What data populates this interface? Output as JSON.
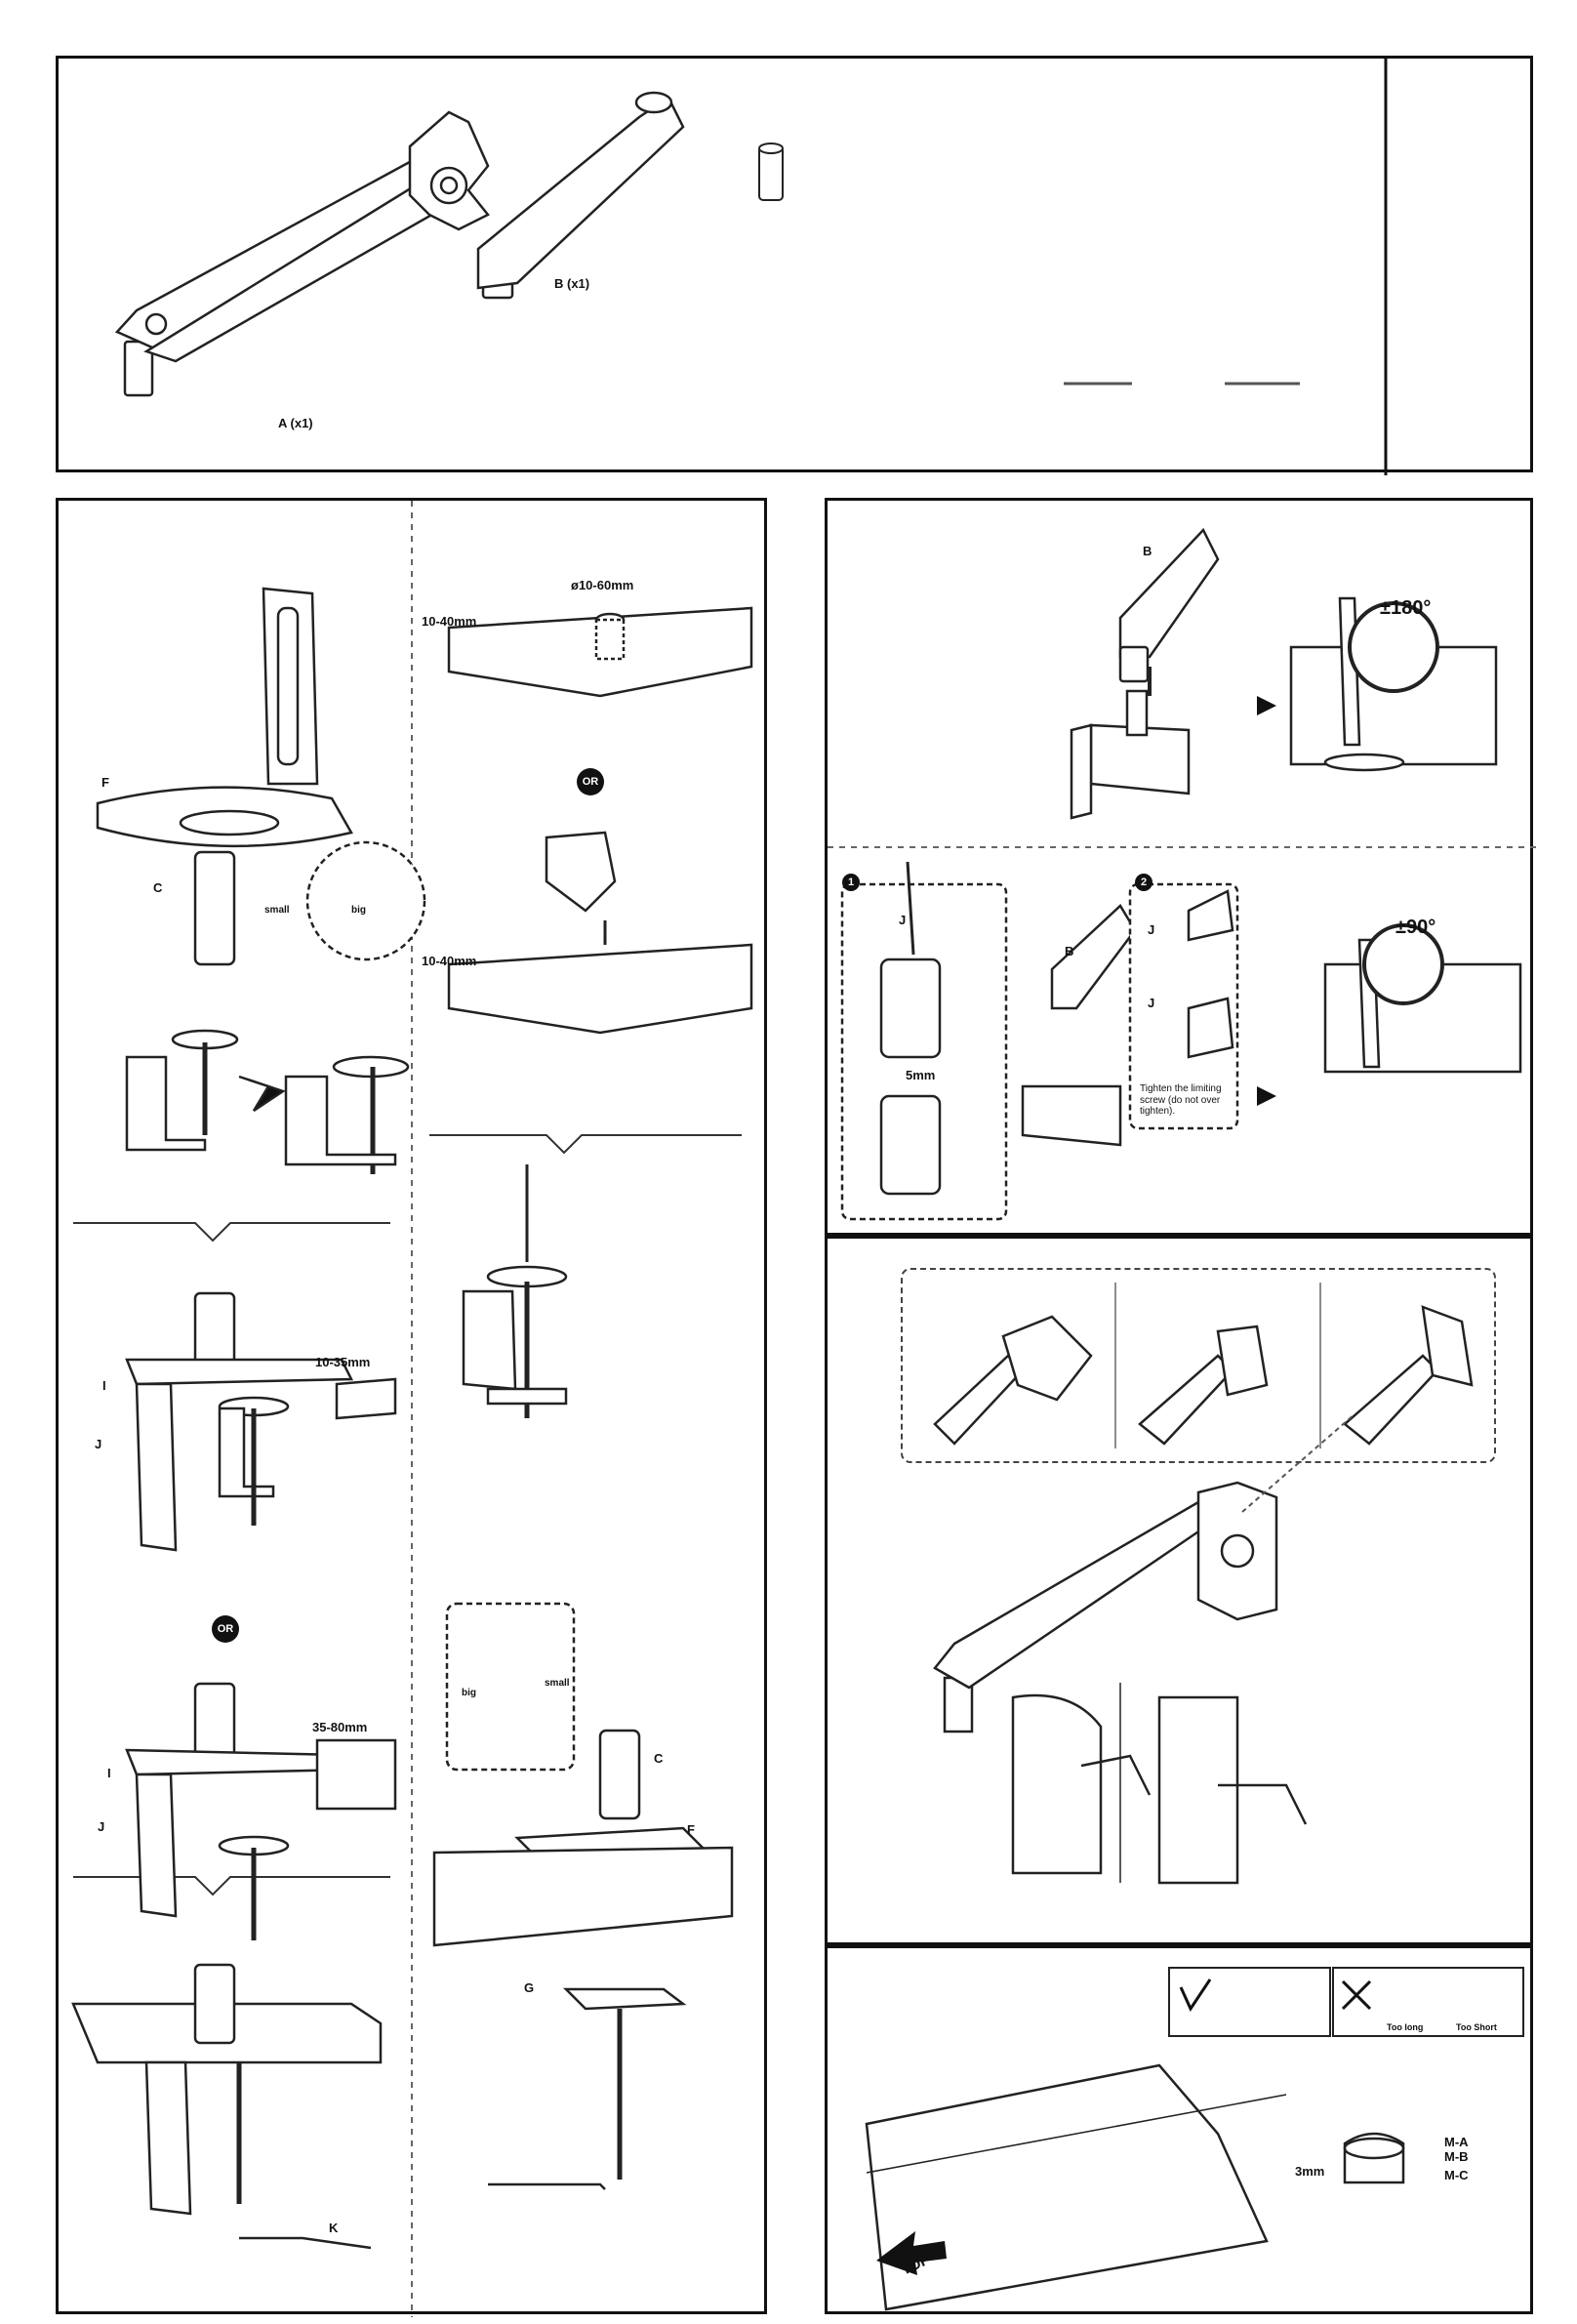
{
  "parts": {
    "a_label": "A (x1)",
    "b_label": "B (x1)"
  },
  "clamp": {
    "label_f": "F",
    "label_c": "C",
    "small": "small",
    "big": "big",
    "range_small": "10-35mm",
    "range_large": "35-80mm",
    "label_i": "I",
    "label_j": "J",
    "or": "OR",
    "label_k": "K"
  },
  "grommet": {
    "hole": "ø10-60mm",
    "thickness_a": "10-40mm",
    "or": "OR",
    "thickness_b": "10-40mm",
    "big": "big",
    "small": "small",
    "label_c": "C",
    "label_f": "F",
    "label_g": "G"
  },
  "arm_install": {
    "label_b": "B",
    "rotate_180": "±180°",
    "step1": "1",
    "step2": "2",
    "label_j1": "J",
    "label_j2": "J",
    "label_j3": "J",
    "label_b2": "B",
    "gap": "5mm",
    "rotate_90": "±90°",
    "tighten_note": "Tighten the limiting screw (do not over tighten)."
  },
  "vesa": {
    "too_long": "Too long",
    "too_short": "Too Short",
    "m_a": "M-A",
    "m_b": "M-B",
    "m_c": "M-C",
    "depth": "3mm",
    "top": "TOP"
  }
}
